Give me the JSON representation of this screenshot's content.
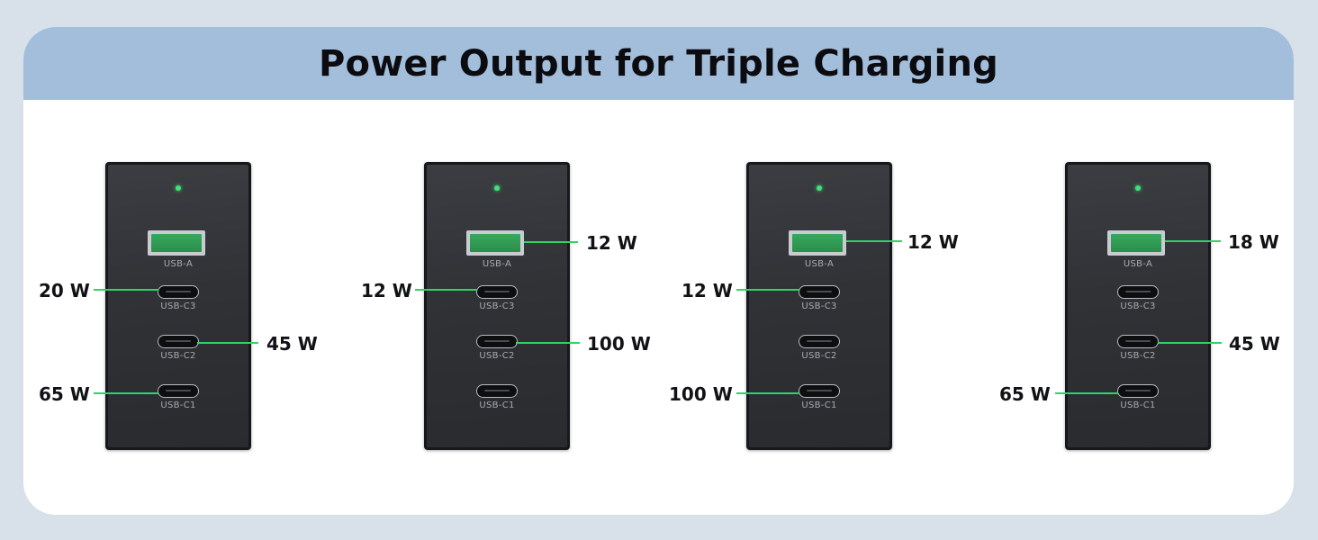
{
  "title": "Power Output for Triple Charging",
  "port_labels": {
    "usba": "USB-A",
    "c3": "USB-C3",
    "c2": "USB-C2",
    "c1": "USB-C1"
  },
  "configs": [
    {
      "c3": "20 W",
      "c2": "45 W",
      "c1": "65 W"
    },
    {
      "usba": "12 W",
      "c3": "12 W",
      "c2": "100 W"
    },
    {
      "usba": "12 W",
      "c3": "12 W",
      "c1": "100 W"
    },
    {
      "usba": "18 W",
      "c2": "45 W",
      "c1": "65 W"
    }
  ],
  "colors": {
    "accent_line": "#2fd367",
    "header_band": "#a3bedb",
    "background": "#d8e0ea"
  }
}
